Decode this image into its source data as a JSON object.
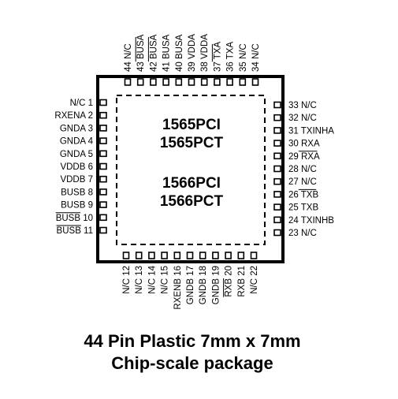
{
  "parts": [
    "1565PCI",
    "1565PCT",
    "1566PCI",
    "1566PCT"
  ],
  "caption": [
    "44 Pin Plastic 7mm x 7mm",
    "Chip-scale package"
  ],
  "pins": {
    "left": [
      {
        "num": "1",
        "name": "N/C",
        "bar": false
      },
      {
        "num": "2",
        "name": "RXENA",
        "bar": false
      },
      {
        "num": "3",
        "name": "GNDA",
        "bar": false
      },
      {
        "num": "4",
        "name": "GNDA",
        "bar": false
      },
      {
        "num": "5",
        "name": "GNDA",
        "bar": false
      },
      {
        "num": "6",
        "name": "VDDB",
        "bar": false
      },
      {
        "num": "7",
        "name": "VDDB",
        "bar": false
      },
      {
        "num": "8",
        "name": "BUSB",
        "bar": false
      },
      {
        "num": "9",
        "name": "BUSB",
        "bar": false
      },
      {
        "num": "10",
        "name": "BUSB",
        "bar": true
      },
      {
        "num": "11",
        "name": "BUSB",
        "bar": true
      }
    ],
    "bottom": [
      {
        "num": "12",
        "name": "N/C",
        "bar": false
      },
      {
        "num": "13",
        "name": "N/C",
        "bar": false
      },
      {
        "num": "14",
        "name": "N/C",
        "bar": false
      },
      {
        "num": "15",
        "name": "N/C",
        "bar": false
      },
      {
        "num": "16",
        "name": "RXENB",
        "bar": false
      },
      {
        "num": "17",
        "name": "GNDB",
        "bar": false
      },
      {
        "num": "18",
        "name": "GNDB",
        "bar": false
      },
      {
        "num": "19",
        "name": "GNDB",
        "bar": false
      },
      {
        "num": "20",
        "name": "RXB",
        "bar": true
      },
      {
        "num": "21",
        "name": "RXB",
        "bar": false
      },
      {
        "num": "22",
        "name": "N/C",
        "bar": false
      }
    ],
    "right": [
      {
        "num": "23",
        "name": "N/C",
        "bar": false
      },
      {
        "num": "24",
        "name": "TXINHB",
        "bar": false
      },
      {
        "num": "25",
        "name": "TXB",
        "bar": false
      },
      {
        "num": "26",
        "name": "TXB",
        "bar": true
      },
      {
        "num": "27",
        "name": "N/C",
        "bar": false
      },
      {
        "num": "28",
        "name": "N/C",
        "bar": false
      },
      {
        "num": "29",
        "name": "RXA",
        "bar": true
      },
      {
        "num": "30",
        "name": "RXA",
        "bar": false
      },
      {
        "num": "31",
        "name": "TXINHA",
        "bar": false
      },
      {
        "num": "32",
        "name": "N/C",
        "bar": false
      },
      {
        "num": "33",
        "name": "N/C",
        "bar": false
      }
    ],
    "top": [
      {
        "num": "34",
        "name": "N/C",
        "bar": false
      },
      {
        "num": "35",
        "name": "N/C",
        "bar": false
      },
      {
        "num": "36",
        "name": "TXA",
        "bar": false
      },
      {
        "num": "37",
        "name": "TXA",
        "bar": true
      },
      {
        "num": "38",
        "name": "VDDA",
        "bar": false
      },
      {
        "num": "39",
        "name": "VDDA",
        "bar": false
      },
      {
        "num": "40",
        "name": "BUSA",
        "bar": false
      },
      {
        "num": "41",
        "name": "BUSA",
        "bar": false
      },
      {
        "num": "42",
        "name": "BUSA",
        "bar": true
      },
      {
        "num": "43",
        "name": "BUSA",
        "bar": true
      },
      {
        "num": "44",
        "name": "N/C",
        "bar": false
      }
    ]
  }
}
